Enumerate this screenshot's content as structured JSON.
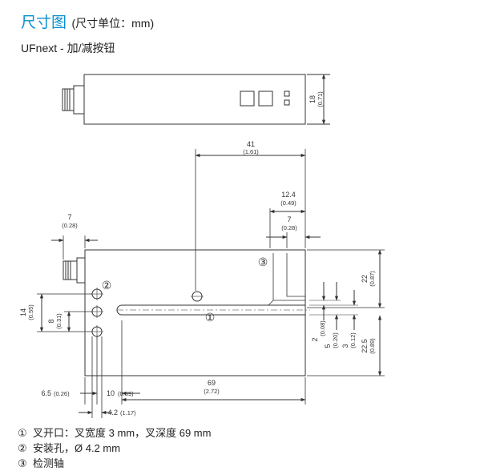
{
  "header": {
    "title": "尺寸图",
    "unit_note": "(尺寸单位：mm)",
    "subtitle": "UFnext - 加/减按钮"
  },
  "top_view": {
    "height_mm": "18",
    "height_in": "(0.71)"
  },
  "front_view": {
    "dims": {
      "d41": "41",
      "d41_in": "(1.61)",
      "d12_4": "12.4",
      "d12_4_in": "(0.49)",
      "d7_right": "7",
      "d7_right_in": "(0.28)",
      "d7_left": "7",
      "d7_left_in": "(0.28)",
      "d22": "22",
      "d22_in": "(0.87)",
      "d14": "14",
      "d14_in": "(0.55)",
      "d8": "8",
      "d8_in": "(0.31)",
      "d2": "2",
      "d2_in": "(0.08)",
      "d5": "5",
      "d5_in": "(0.20)",
      "d3": "3",
      "d3_in": "(0.12)",
      "d22_5": "22.5",
      "d22_5_in": "(0.89)",
      "d69": "69",
      "d69_in": "(2.72)",
      "d6_5": "6.5",
      "d6_5_in": "(0.26)",
      "d10": "10",
      "d10_in": "(0.39)",
      "d4_2": "4.2",
      "d4_2_in": "(1.17)"
    },
    "callouts": {
      "c1": "①",
      "c2": "②",
      "c3": "③"
    }
  },
  "legend": [
    {
      "mark": "①",
      "text": "叉开口：叉宽度 3 mm，叉深度 69 mm"
    },
    {
      "mark": "②",
      "text": "安装孔，Ø 4.2 mm"
    },
    {
      "mark": "③",
      "text": "检测轴"
    }
  ]
}
